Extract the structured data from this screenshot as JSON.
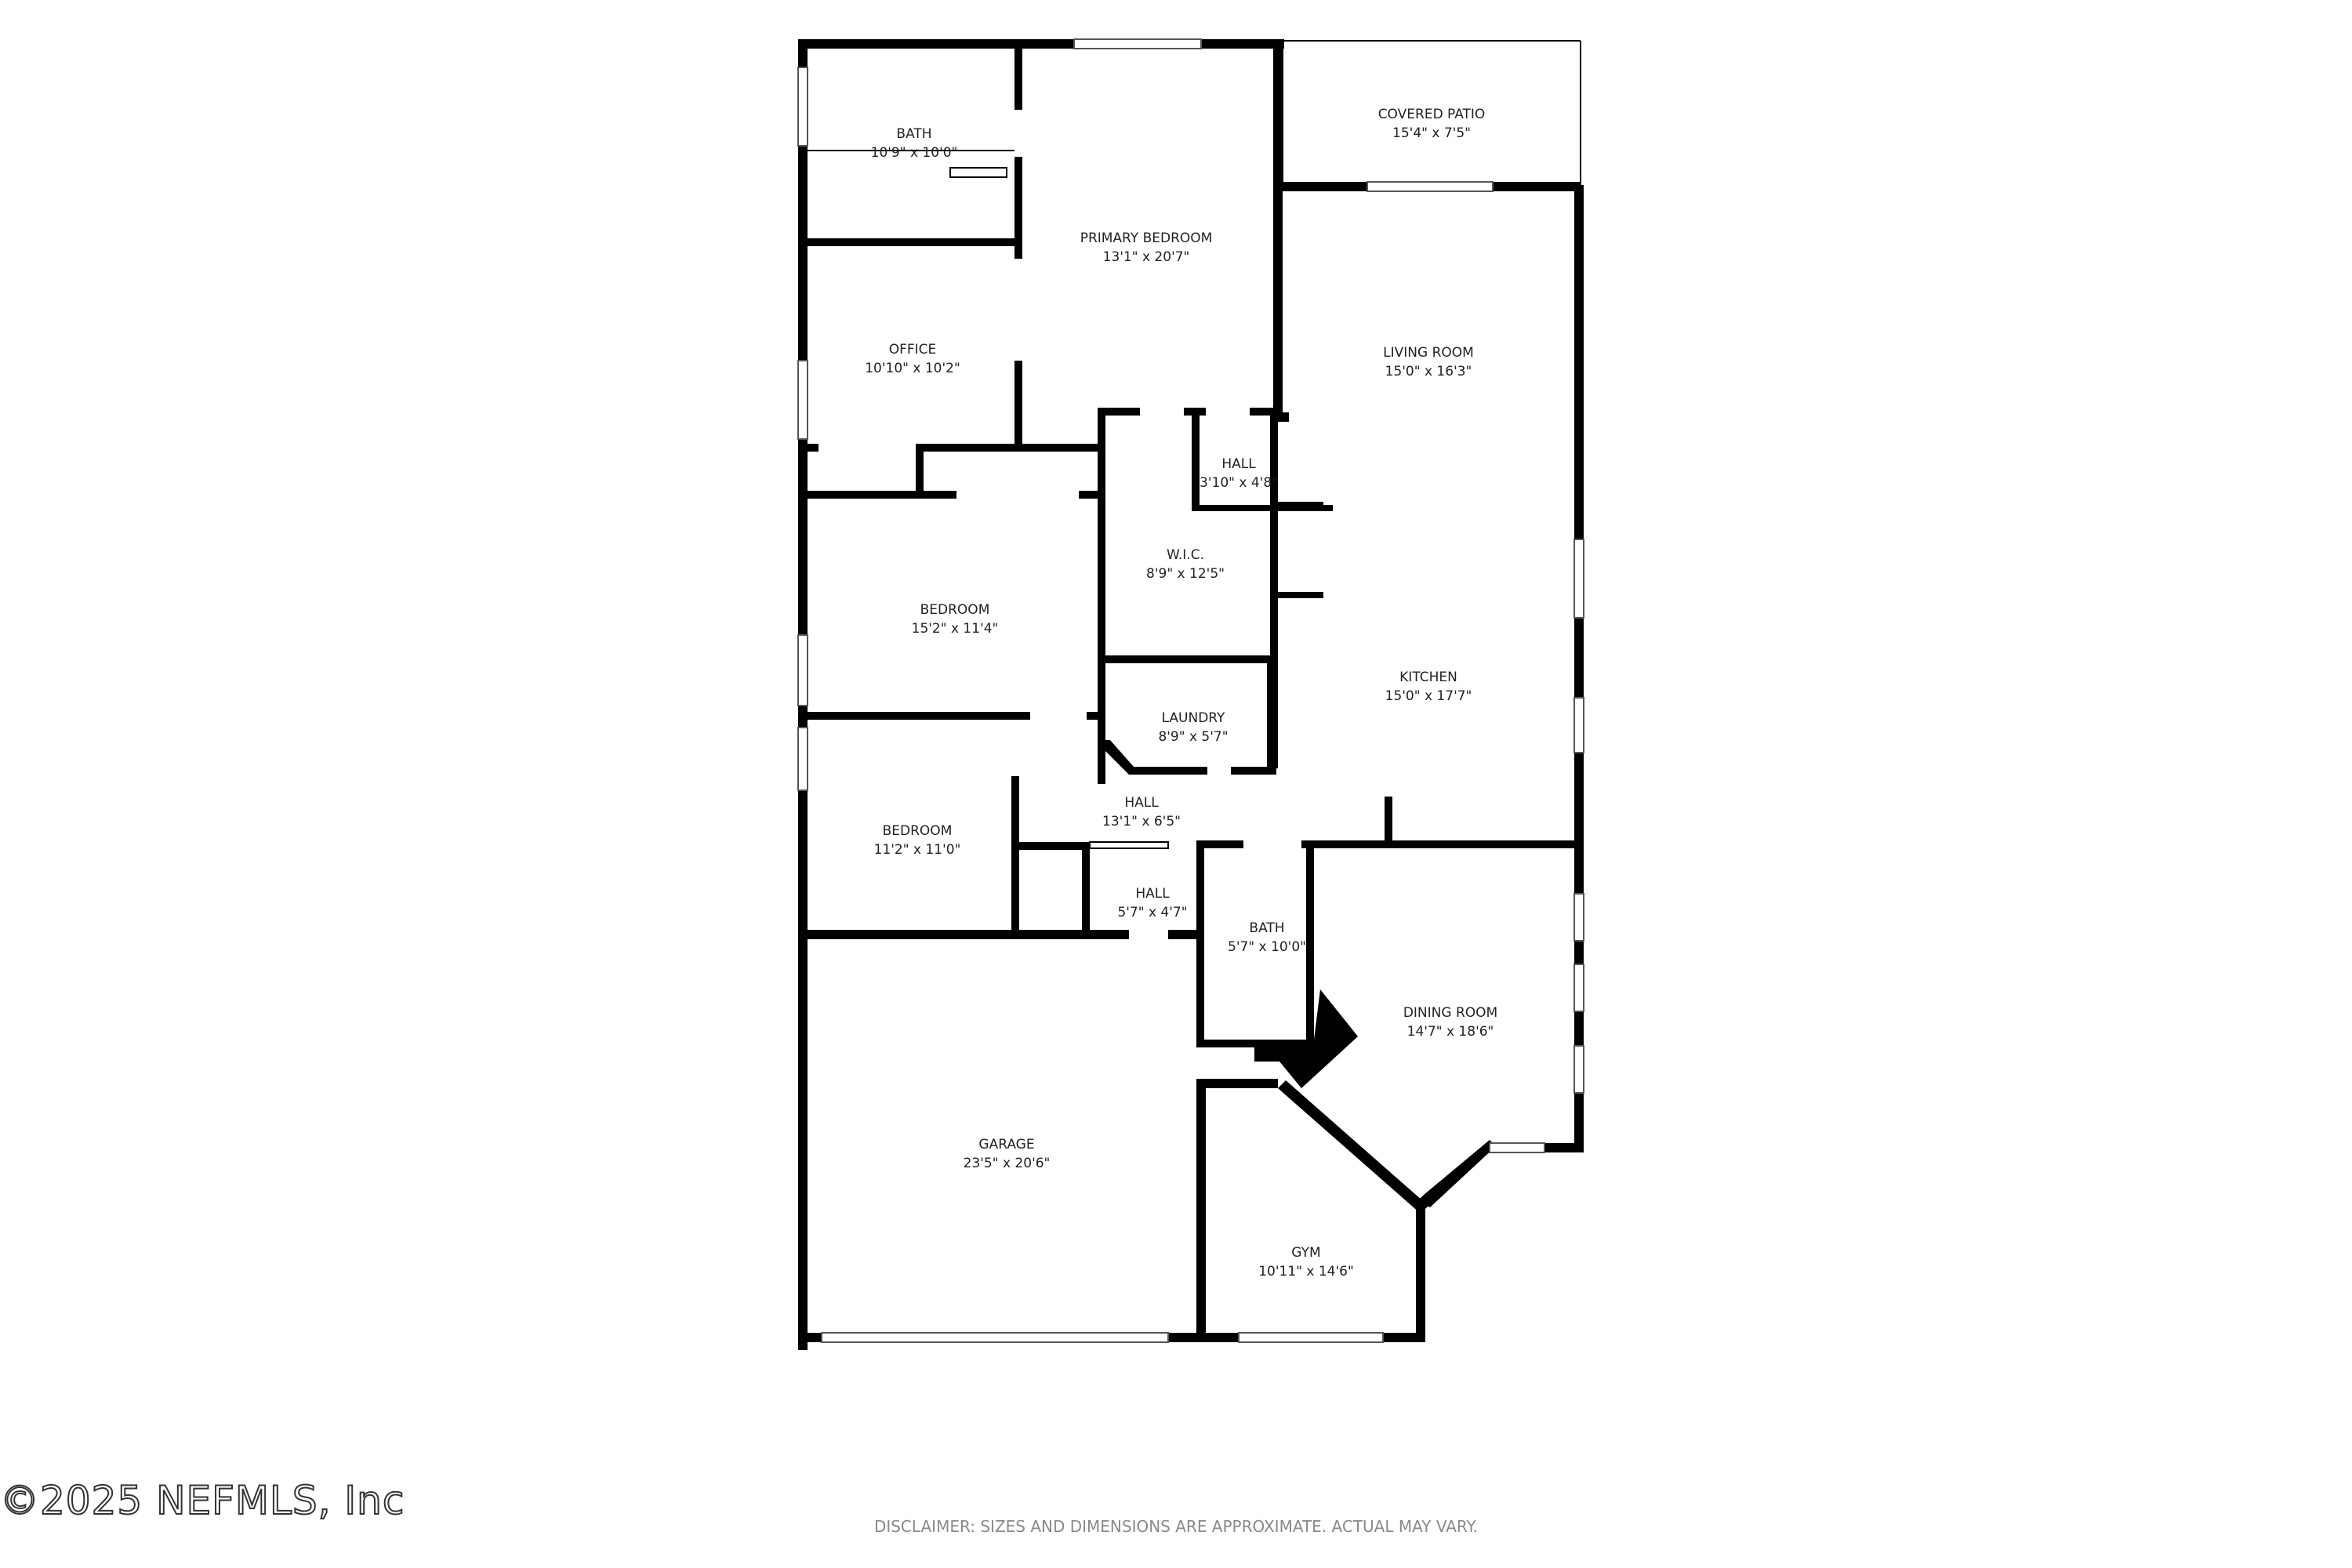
{
  "rooms": [
    {
      "id": "bath-1",
      "name": "BATH",
      "dims": "10'9\" x 10'0\""
    },
    {
      "id": "primary-bedroom",
      "name": "PRIMARY BEDROOM",
      "dims": "13'1\" x 20'7\""
    },
    {
      "id": "covered-patio",
      "name": "COVERED PATIO",
      "dims": "15'4\" x 7'5\""
    },
    {
      "id": "office",
      "name": "OFFICE",
      "dims": "10'10\" x 10'2\""
    },
    {
      "id": "living-room",
      "name": "LIVING ROOM",
      "dims": "15'0\" x 16'3\""
    },
    {
      "id": "hall-1",
      "name": "HALL",
      "dims": "3'10\" x 4'8\""
    },
    {
      "id": "wic",
      "name": "W.I.C.",
      "dims": "8'9\" x 12'5\""
    },
    {
      "id": "bedroom-1",
      "name": "BEDROOM",
      "dims": "15'2\" x 11'4\""
    },
    {
      "id": "kitchen",
      "name": "KITCHEN",
      "dims": "15'0\" x 17'7\""
    },
    {
      "id": "laundry",
      "name": "LAUNDRY",
      "dims": "8'9\" x 5'7\""
    },
    {
      "id": "hall-2",
      "name": "HALL",
      "dims": "13'1\" x 6'5\""
    },
    {
      "id": "bedroom-2",
      "name": "BEDROOM",
      "dims": "11'2\" x 11'0\""
    },
    {
      "id": "hall-3",
      "name": "HALL",
      "dims": "5'7\" x 4'7\""
    },
    {
      "id": "bath-2",
      "name": "BATH",
      "dims": "5'7\" x 10'0\""
    },
    {
      "id": "dining-room",
      "name": "DINING ROOM",
      "dims": "14'7\" x 18'6\""
    },
    {
      "id": "garage",
      "name": "GARAGE",
      "dims": "23'5\" x 20'6\""
    },
    {
      "id": "gym",
      "name": "GYM",
      "dims": "10'11\" x 14'6\""
    }
  ],
  "watermark": "©2025 NEFMLS, Inc",
  "disclaimer": "DISCLAIMER: SIZES AND DIMENSIONS ARE APPROXIMATE. ACTUAL MAY VARY.",
  "colors": {
    "wall": "#000000",
    "background": "#ffffff",
    "text": "#222222",
    "disclaimer": "#8a8a8a"
  }
}
